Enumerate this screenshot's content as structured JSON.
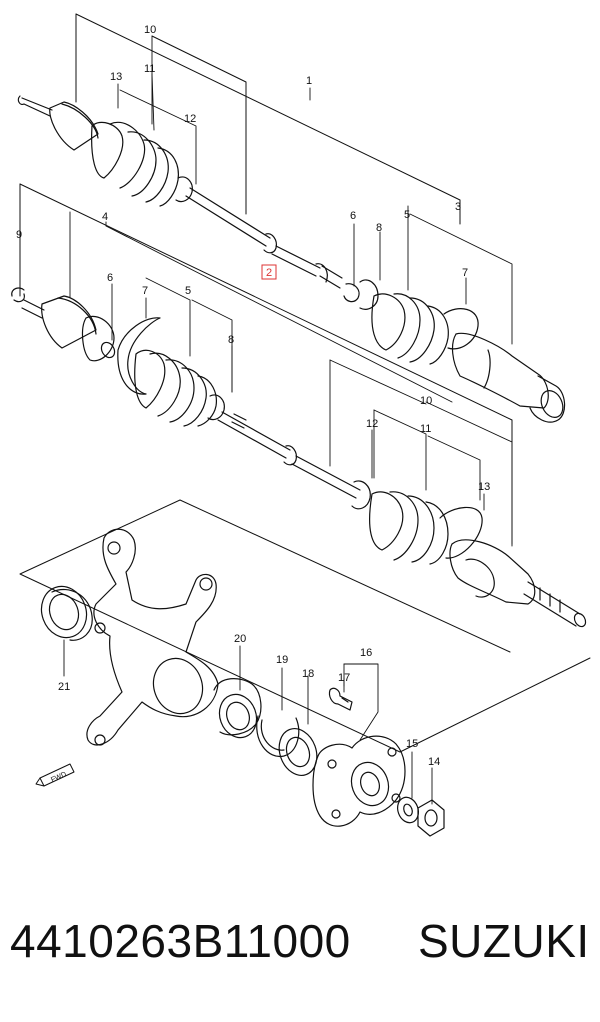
{
  "diagram": {
    "callouts": [
      "1",
      "2",
      "3",
      "4",
      "5",
      "6",
      "7",
      "8",
      "9",
      "10",
      "11",
      "12",
      "13",
      "14",
      "15",
      "16",
      "17",
      "18",
      "19",
      "20",
      "21",
      "5",
      "6",
      "7",
      "8",
      "10",
      "11",
      "12",
      "13"
    ],
    "fwd_label": "FWD"
  },
  "footer": {
    "part_number": "4410263B11000",
    "brand": "SUZUKI"
  }
}
